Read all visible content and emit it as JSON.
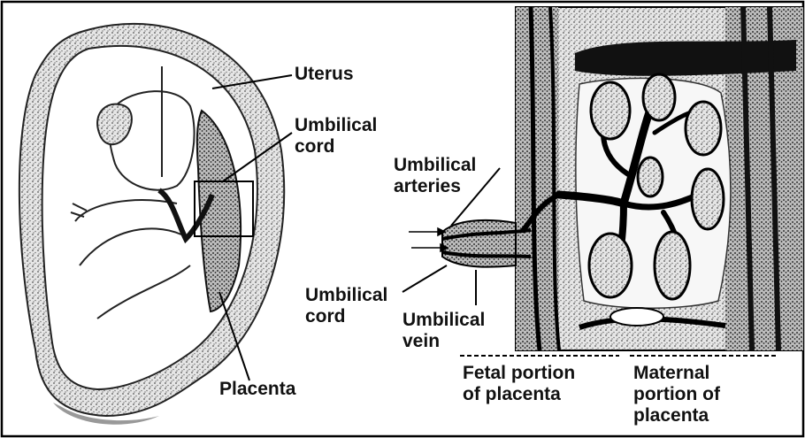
{
  "labels": {
    "uterus": "Uterus",
    "umbilical_cord_top": [
      "Umbilical",
      "cord"
    ],
    "umbilical_arteries": [
      "Umbilical",
      "arteries"
    ],
    "umbilical_cord_bottom": [
      "Umbilical",
      "cord"
    ],
    "umbilical_vein": [
      "Umbilical",
      "vein"
    ],
    "placenta": "Placenta",
    "fetal_portion": [
      "Fetal portion",
      "of placenta"
    ],
    "maternal_portion": [
      "Maternal",
      "portion of",
      "placenta"
    ]
  }
}
